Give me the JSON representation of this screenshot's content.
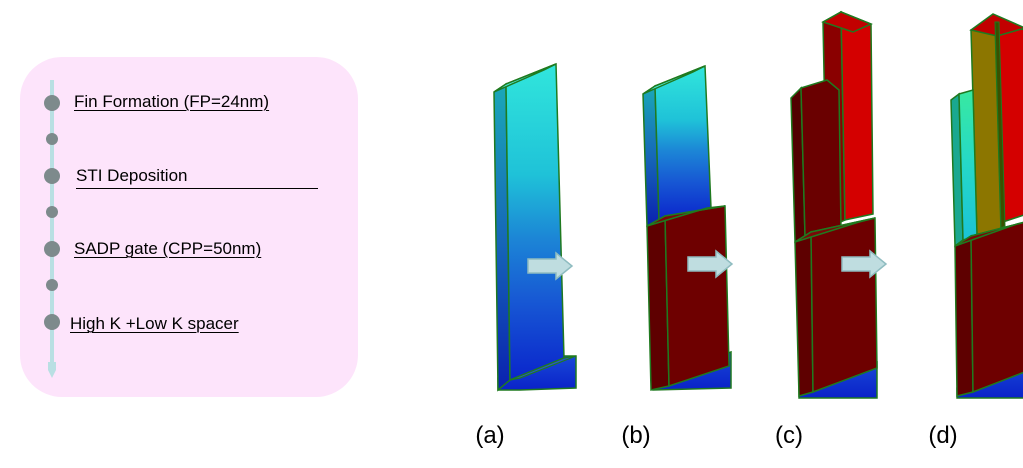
{
  "process_steps": {
    "steps": [
      "Fin Formation (FP=24nm)",
      "STI Deposition",
      "SADP gate (CPP=50nm)",
      "High K +Low K spacer"
    ]
  },
  "stages": {
    "a": "(a)",
    "b": "(b)",
    "c": "(c)",
    "d": "(d)"
  },
  "colors": {
    "panel": "#fde4fb",
    "timeline": "#b9dfe3",
    "dot": "#7d8a8c",
    "fin_top": "#2fe0d8",
    "fin_bottom": "#0a2fd0",
    "gate_dark": "#6e0000",
    "gate_red": "#d60000",
    "spacer_olive": "#8c7a00",
    "edge": "#1f7a1f",
    "arrow": "#bfdde0"
  }
}
